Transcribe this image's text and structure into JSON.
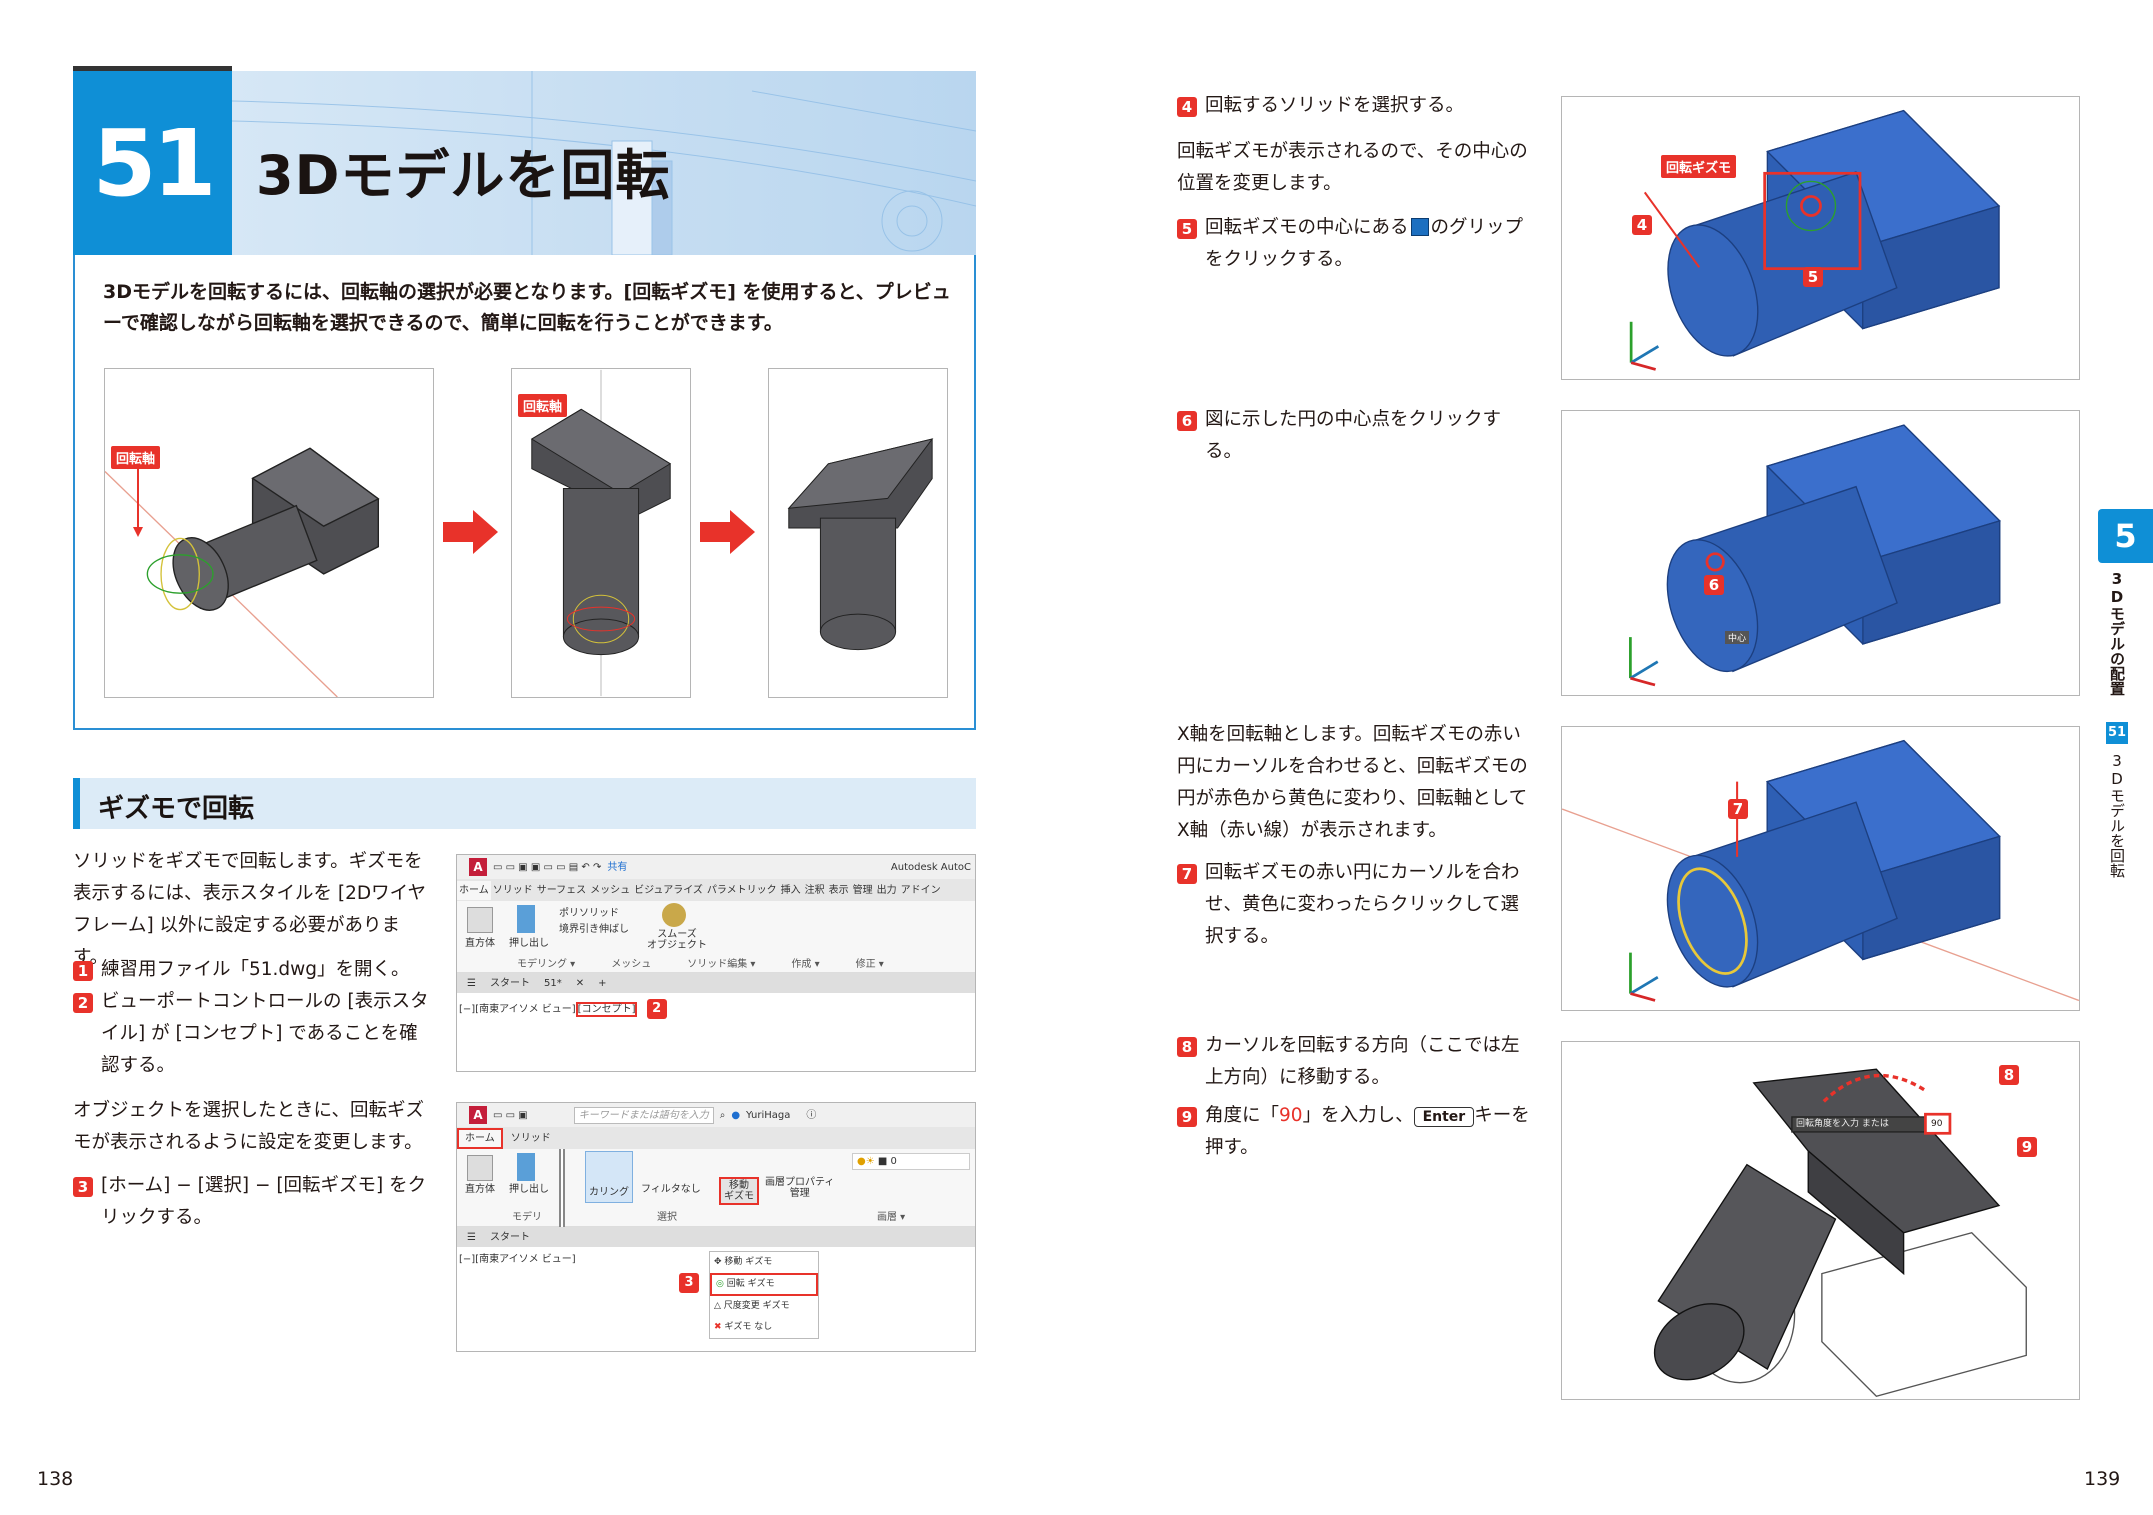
{
  "left_page": {
    "page_number": "138",
    "header": {
      "number": "51",
      "title": "3Dモデルを回転"
    },
    "intro": "3Dモデルを回転するには、回転軸の選択が必要となります。[回転ギズモ] を使用すると、プレビューで確認しながら回転軸を選択できるので、簡単に回転を行うことができます。",
    "intro_figures": {
      "axis_label_1": "回転軸",
      "axis_label_2": "回転軸"
    },
    "section_title": "ギズモで回転",
    "para1": "ソリッドをギズモで回転します。ギズモを表示するには、表示スタイルを [2Dワイヤフレーム] 以外に設定する必要があります。",
    "steps_a": [
      {
        "n": "1",
        "text": "練習用ファイル「51.dwg」を開く。"
      },
      {
        "n": "2",
        "text": "ビューポートコントロールの [表示スタイル] が [コンセプト] であることを確認する。"
      }
    ],
    "para2": "オブジェクトを選択したときに、回転ギズモが表示されるように設定を変更します。",
    "steps_b": [
      {
        "n": "3",
        "text": "[ホーム] − [選択] − [回転ギズモ] をクリックする。"
      }
    ],
    "screenshot1": {
      "app_title": "Autodesk AutoC",
      "share": "共有",
      "tabs": [
        "ホーム",
        "ソリッド",
        "サーフェス",
        "メッシュ",
        "ビジュアライズ",
        "パラメトリック",
        "挿入",
        "注釈",
        "表示",
        "管理",
        "出力",
        "アドイン"
      ],
      "buttons": {
        "box": "直方体",
        "extrude": "押し出し",
        "polysolid": "ポリソリッド",
        "presspull": "境界引き伸ばし",
        "smooth": "スムーズ\nオブジェクト"
      },
      "panels": [
        "モデリング ▾",
        "メッシュ",
        "ソリッド編集 ▾",
        "作成 ▾",
        "修正 ▾"
      ],
      "file_tabs": [
        "スタート",
        "51*"
      ],
      "viewport_label": "[−][南東アイソメ ビュー]",
      "viewport_style": "[コンセプト]",
      "callout": "2"
    },
    "screenshot2": {
      "search_placeholder": "キーワードまたは語句を入力",
      "user": "YuriHaga",
      "tabs": [
        "ホーム",
        "ソリッド"
      ],
      "buttons": {
        "box": "直方体",
        "extrude": "押し出し",
        "culling": "カリング",
        "filter": "フィルタなし",
        "gizmo": "移動\nギズモ",
        "layer_props": "画層プロパティ\n管理"
      },
      "panels": [
        "モデリ",
        "選択",
        "画層 ▾"
      ],
      "layer_value": "0",
      "file_tabs": [
        "スタート"
      ],
      "viewport_label": "[−][南東アイソメ ビュー]",
      "menu": [
        "移動 ギズモ",
        "回転 ギズモ",
        "尺度変更 ギズモ",
        "ギズモ なし"
      ],
      "callout": "3"
    }
  },
  "right_page": {
    "page_number": "139",
    "step4": {
      "n": "4",
      "text": "回転するソリッドを選択する。"
    },
    "para_a": "回転ギズモが表示されるので、その中心の位置を変更します。",
    "step5": {
      "n": "5",
      "text_before": "回転ギズモの中心にある",
      "text_after": "のグリップをクリックする。"
    },
    "step6": {
      "n": "6",
      "text": "図に示した円の中心点をクリックする。"
    },
    "para_b": "X軸を回転軸とします。回転ギズモの赤い円にカーソルを合わせると、回転ギズモの円が赤色から黄色に変わり、回転軸としてX軸（赤い線）が表示されます。",
    "step7": {
      "n": "7",
      "text": "回転ギズモの赤い円にカーソルを合わせ、黄色に変わったらクリックして選択する。"
    },
    "step8": {
      "n": "8",
      "text": "カーソルを回転する方向（ここでは左上方向）に移動する。"
    },
    "step9": {
      "n": "9",
      "text_before": "角度に「",
      "value": "90",
      "text_mid": "」を入力し、",
      "key": "Enter",
      "text_after": "キーを押す。"
    },
    "fig1": {
      "label": "回転ギズモ",
      "callouts": [
        "4",
        "5"
      ]
    },
    "fig2": {
      "callouts": [
        "6"
      ],
      "snap_tip": "中心"
    },
    "fig3": {
      "callouts": [
        "7"
      ]
    },
    "fig4": {
      "callouts": [
        "8",
        "9"
      ],
      "prompt": "回転角度を入力 または",
      "input_value": "90"
    },
    "side_tab": {
      "chapter_number": "5",
      "chapter_title": "3Dモデルの配置",
      "section_number": "51",
      "section_title": "3Dモデルを回転"
    }
  },
  "colors": {
    "accent_blue": "#0f8fd6",
    "callout_red": "#e8322a",
    "solid_blue": "#2f5fb3",
    "solid_gray": "#5a5a5e"
  }
}
